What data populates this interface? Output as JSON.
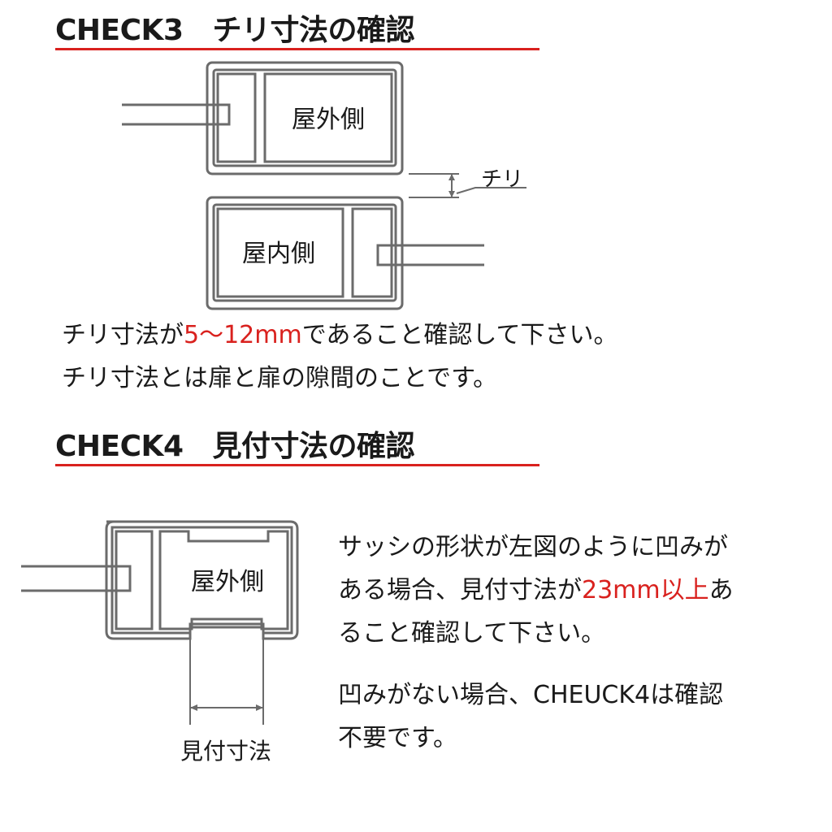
{
  "check3": {
    "title_check": "CHECK3",
    "title_text": "チリ寸法の確認",
    "label_outdoor": "屋外側",
    "label_indoor": "屋内側",
    "label_chiri": "チリ",
    "desc_line1_prefix": "チリ寸法が",
    "desc_line1_value": "5〜12mm",
    "desc_line1_suffix": "であること確認して下さい。",
    "desc_line2": "チリ寸法とは扉と扉の隙間のことです。"
  },
  "check4": {
    "title_check": "CHECK4",
    "title_text": "見付寸法の確認",
    "label_outdoor": "屋外側",
    "label_mitsuke": "見付寸法",
    "desc_line1": "サッシの形状が左図のように凹みが",
    "desc_line2_prefix": "ある場合、見付寸法が",
    "desc_line2_value": "23mm以上",
    "desc_line2_suffix": "あ",
    "desc_line3": "ること確認して下さい。",
    "desc_line4": "凹みがない場合、CHEUCK4は確認",
    "desc_line5": "不要です。"
  },
  "colors": {
    "accent": "#d9211e",
    "text": "#1a1a1a",
    "line": "#6b6b6b"
  }
}
